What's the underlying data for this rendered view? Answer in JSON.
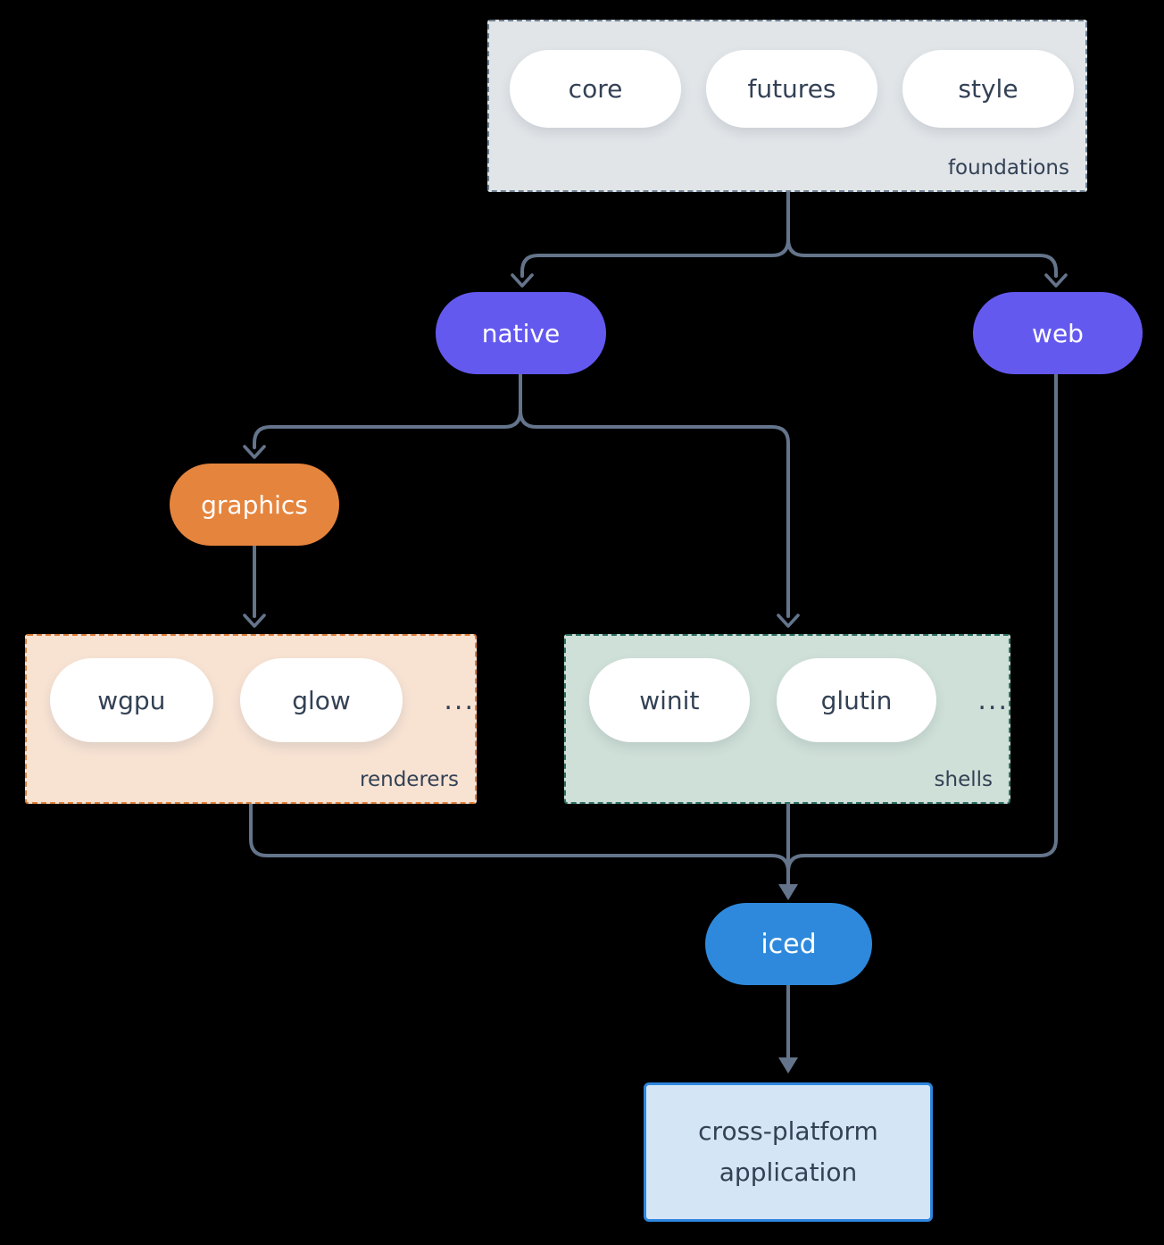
{
  "nodes": {
    "native": "native",
    "web": "web",
    "graphics": "graphics",
    "iced": "iced",
    "application": "cross-platform application"
  },
  "groups": {
    "foundations": {
      "label": "foundations",
      "items": [
        "core",
        "futures",
        "style"
      ]
    },
    "renderers": {
      "label": "renderers",
      "items": [
        "wgpu",
        "glow"
      ],
      "ellipsis": "..."
    },
    "shells": {
      "label": "shells",
      "items": [
        "winit",
        "glutin"
      ],
      "ellipsis": "..."
    }
  },
  "colors": {
    "background": "#000000",
    "arrow": "#64748b",
    "node_purple": "#6459ef",
    "node_orange": "#e5843d",
    "node_blue": "#2e89dc",
    "foundations_fill": "#e1e5e8",
    "foundations_border": "#6e7f91",
    "renderers_fill": "#f8e3d3",
    "renderers_border": "#e0813c",
    "shells_fill": "#cfe0d8",
    "shells_border": "#2e7266",
    "application_fill": "#d4e5f6",
    "application_border": "#2e86de",
    "pill_fill": "#ffffff",
    "text_dark": "#334155",
    "text_light": "#ffffff"
  }
}
